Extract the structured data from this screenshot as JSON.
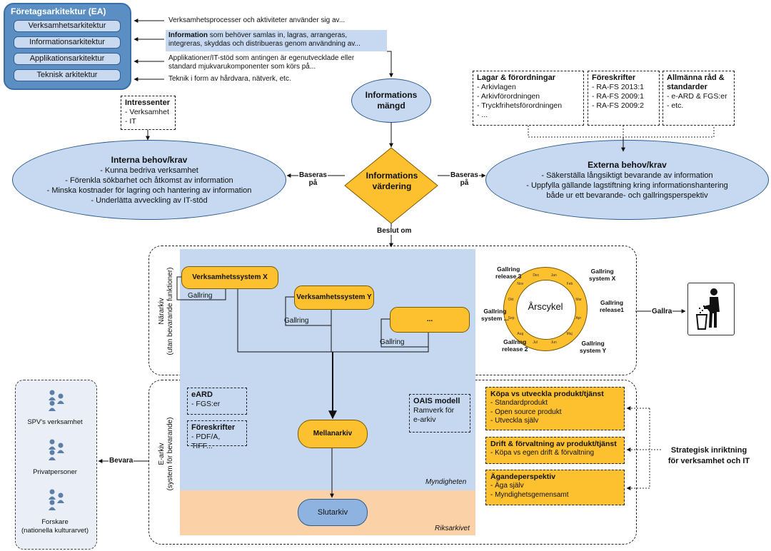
{
  "ea": {
    "title": "Företagsarkitektur (EA)",
    "items": [
      "Verksamhetsarkitektur",
      "Informationsarkitektur",
      "Applikationsarkitektur",
      "Teknisk arkitektur"
    ]
  },
  "ea_descriptions": {
    "verksamhet": "Verksamhetsprocesser och aktiviteter använder sig av...",
    "information_bold": "Information",
    "information_rest1": "som behöver samlas in, lagras, arrangeras,",
    "information_rest2": "integreras, skyddas och distribueras genom användning av...",
    "applikation1": "Applikationer/IT-stöd som antingen är egenutvecklade eller",
    "applikation2": "standard mjukvarukomponenter som körs på...",
    "teknisk": "Teknik i form av hårdvara, nätverk, etc."
  },
  "informationsmangd": [
    "Informations",
    "mängd"
  ],
  "intressenter": {
    "title": "Intressenter",
    "items": [
      "- Verksamhet",
      "- IT"
    ]
  },
  "lagar": {
    "title": "Lagar & förordningar",
    "items": [
      "- Arkivlagen",
      "- Arkivförordningen",
      "- Tryckfrihetsförordningen",
      "- ..."
    ]
  },
  "foreskrifter_top": {
    "title": "Föreskrifter",
    "items": [
      "- RA-FS 2013:1",
      "- RA-FS 2009:1",
      "- RA-FS 2009:2"
    ]
  },
  "allmanna": {
    "title": "Allmänna råd &",
    "title2": "standarder",
    "items": [
      "- e-ARD & FGS:er",
      "- etc."
    ]
  },
  "interna": {
    "title": "Interna behov/krav",
    "items": [
      "- Kunna bedriva verksamhet",
      "- Förenkla sökbarhet och åtkomst av information",
      "- Minska kostnader för lagring och hantering av information",
      "- Underlätta avveckling av IT-stöd"
    ]
  },
  "externa": {
    "title": "Externa behov/krav",
    "items": [
      "- Säkerställa långsiktigt bevarande av information",
      "- Uppfylla gällande lagstiftning kring informationshantering",
      "både ur ett bevarande- och gallringsperspektiv"
    ]
  },
  "vardering": [
    "Informations",
    "värdering"
  ],
  "baseras": [
    "Baseras",
    "på"
  ],
  "beslut_om": "Beslut om",
  "ararkiv_label": [
    "Närarkiv",
    "(utan bevarande funktioner)"
  ],
  "earkiv_label": [
    "E-arkiv",
    "(system för bevarande)"
  ],
  "systems": [
    "Verksamhetssystem X",
    "Verksamhetssystem Y",
    "..."
  ],
  "gallring": "Gallring",
  "arscykel": {
    "title": "Årscykel",
    "months": [
      "Jan",
      "Feb",
      "Mar",
      "Apr",
      "Maj",
      "Jun",
      "Jul",
      "Aug",
      "Sep",
      "Okt",
      "Nov",
      "Dec"
    ],
    "labels": {
      "release3": [
        "Gallring",
        "release 3"
      ],
      "systemX": [
        "Gallring",
        "system X"
      ],
      "release1": [
        "Gallring",
        "release1"
      ],
      "systemY": [
        "Gallring",
        "system Y"
      ],
      "release2": [
        "Gallring",
        "release 2"
      ],
      "systemDots": [
        "Gallring",
        "system ..."
      ]
    }
  },
  "gallra": "Gallra",
  "trash_icon": "trash-person-icon",
  "eard": {
    "title": "eARD",
    "items": [
      "- FGS:er"
    ]
  },
  "foreskrifter_bottom": {
    "title": "Föreskrifter",
    "items": [
      "- PDF/A, TIFF..."
    ]
  },
  "oais": {
    "title": "OAIS modell",
    "items": [
      "Ramverk för",
      "e-arkiv"
    ]
  },
  "mellanarkiv": "Mellanarkiv",
  "slutarkiv": "Slutarkiv",
  "myndigheten": "Myndigheten",
  "riksarkivet": "Riksarkivet",
  "kopa": {
    "title": "Köpa vs utveckla produkt/tjänst",
    "items": [
      "- Standardprodukt",
      "- Open source produkt",
      "- Utveckla själv"
    ]
  },
  "drift": {
    "title": "Drift & förvaltning av produkt/tjänst",
    "items": [
      "- Köpa vs egen drift & förvaltning"
    ]
  },
  "agande": {
    "title": "Ägandeperspektiv",
    "items": [
      "- Äga själv",
      "- Myndighetsgemensamt"
    ]
  },
  "strategisk": [
    "Strategisk inriktning",
    "för verksamhet och IT"
  ],
  "bevara": "Bevara",
  "people": [
    "SPV's verksamhet",
    "Privatpersoner",
    "Forskare",
    "(nationella kulturarvet)"
  ],
  "colors": {
    "ea_blue": "#5b8fc4",
    "ellipse_blue": "#c6d9f1",
    "orange": "#fdc02f",
    "region_blue": "#c5d8ef",
    "peach": "#fbd2a8",
    "slutarkiv": "#8fb3e0"
  }
}
